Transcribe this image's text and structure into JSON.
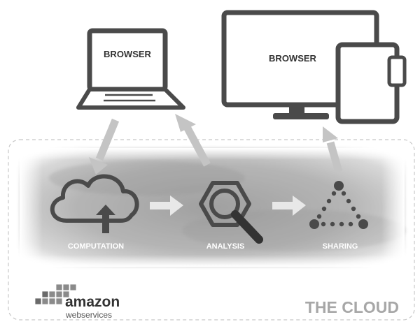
{
  "devices": {
    "laptop_label": "BROWSER",
    "monitor_label": "BROWSER"
  },
  "cloud": {
    "stages": [
      {
        "label": "COMPUTATION",
        "icon": "cloud-upload-icon"
      },
      {
        "label": "ANALYSIS",
        "icon": "hexagon-magnifier-icon"
      },
      {
        "label": "SHARING",
        "icon": "share-triangle-icon"
      }
    ],
    "region_label": "THE CLOUD"
  },
  "brand": {
    "name": "amazon",
    "sub": "webservices",
    "icon": "aws-cubes-icon"
  },
  "colors": {
    "outline": "#4a4a4a",
    "arrow": "#c4c4c4",
    "band": "#9a9a9a",
    "region_label": "#a7a7a7",
    "dashed_border": "#c8c8c8"
  }
}
